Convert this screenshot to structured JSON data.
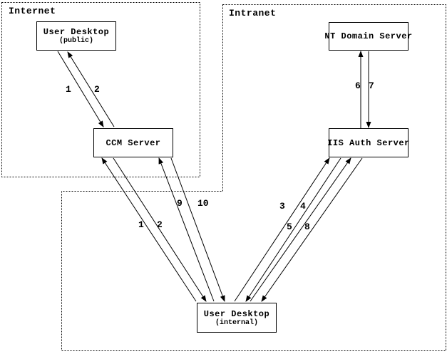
{
  "colors": {
    "background": "#ffffff",
    "line": "#000000",
    "text": "#000000"
  },
  "regions": {
    "internet": {
      "label": "Internet"
    },
    "intranet": {
      "label": "Intranet"
    }
  },
  "nodes": {
    "user_desktop_public": {
      "title": "User Desktop",
      "subtitle": "(public)"
    },
    "ccm_server": {
      "title": "CCM Server"
    },
    "nt_domain_server": {
      "title": "NT Domain Server"
    },
    "iis_auth_server": {
      "title": "IIS Auth Server"
    },
    "user_desktop_internal": {
      "title": "User Desktop",
      "subtitle": "(internal)"
    }
  },
  "steps": {
    "s1_public": "1",
    "s2_public": "2",
    "s1_internal": "1",
    "s2_internal": "2",
    "s3": "3",
    "s4": "4",
    "s5": "5",
    "s6": "6",
    "s7": "7",
    "s8": "8",
    "s9": "9",
    "s10": "10"
  }
}
